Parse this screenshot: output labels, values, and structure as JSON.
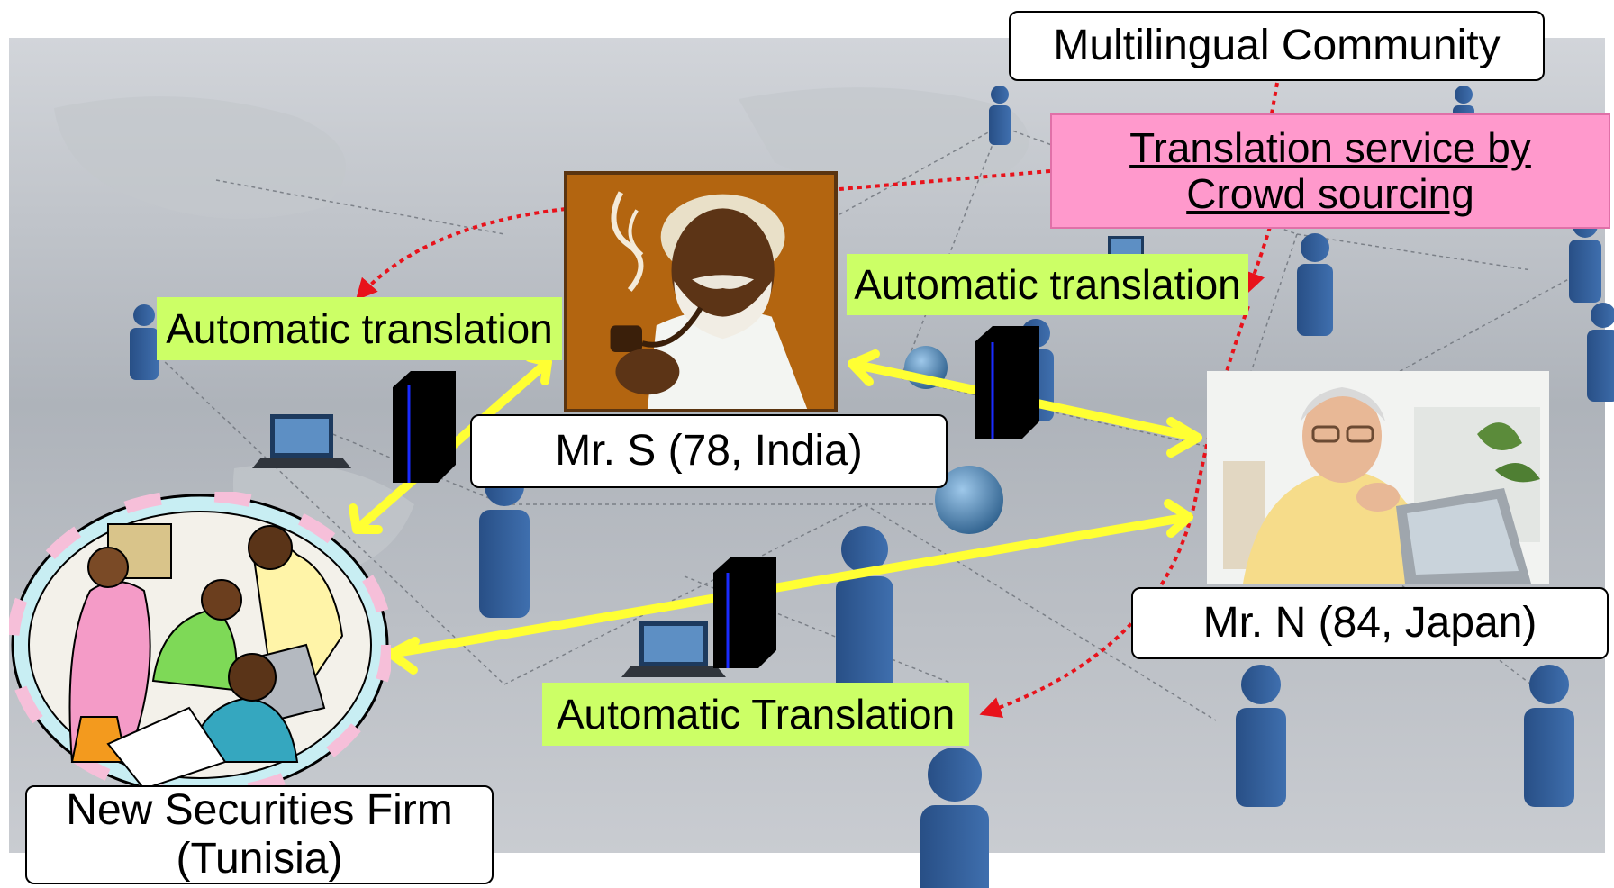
{
  "colors": {
    "background": "#a9adb3",
    "label_fill": "#ccff66",
    "service_fill": "#ff99cc",
    "arrow_yellow": "#ffff33",
    "dotted_red": "#e8121b",
    "server_black": "#000000",
    "server_line": "#1a2bff"
  },
  "nodes": {
    "community": "Multilingual Community",
    "mr_s": "Mr. S (78, India)",
    "mr_n": "Mr. N (84, Japan)",
    "firm_line1": "New Securities Firm",
    "firm_line2": "(Tunisia)"
  },
  "service": {
    "line1": "Translation service by",
    "line2": "Crowd sourcing"
  },
  "labels": {
    "left": "Automatic translation",
    "top_right": "Automatic translation",
    "bottom": "Automatic Translation"
  },
  "icons": {
    "mr_s_picture": "old-man-with-pipe-illustration",
    "mr_n_picture": "elderly-man-laptop-photo",
    "firm_picture": "office-team-illustration",
    "server": "server-tower-icon"
  }
}
